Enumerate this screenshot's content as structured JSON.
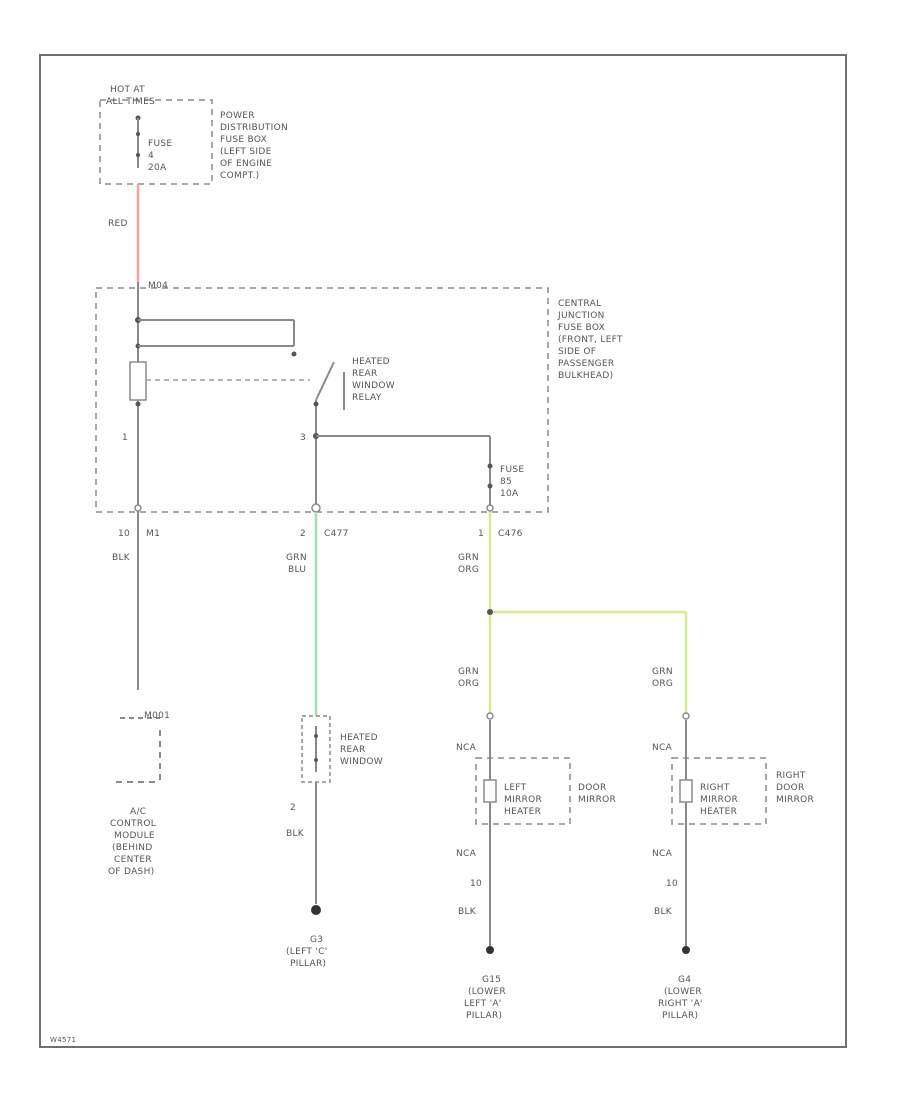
{
  "colors": {
    "red_wire": "#f4a0a0",
    "green_wire": "#9fdfb0",
    "yellow_green_wire": "#d4ec90",
    "line": "#8a8a8a",
    "text": "#555555"
  },
  "power": {
    "hot_at": [
      "HOT AT",
      "ALL TIMES"
    ],
    "fuse": [
      "FUSE",
      "4",
      "20A"
    ],
    "box_label": [
      "POWER",
      "DISTRIBUTION",
      "FUSE BOX",
      "(LEFT SIDE",
      "OF ENGINE",
      "COMPT.)"
    ],
    "wire_color": "RED"
  },
  "junction": {
    "connector": "M04",
    "box_label": [
      "CENTRAL",
      "JUNCTION",
      "FUSE BOX",
      "(FRONT, LEFT",
      "SIDE OF",
      "PASSENGER",
      "BULKHEAD)"
    ],
    "relay_label": [
      "HEATED",
      "REAR",
      "WINDOW",
      "RELAY"
    ],
    "pin_1": "1",
    "pin_3": "3",
    "fuse": [
      "FUSE",
      "85",
      "10A"
    ]
  },
  "outputs": {
    "left": {
      "pin": "10",
      "connector": "M1",
      "wire": "BLK"
    },
    "middle": {
      "pin": "2",
      "connector": "C477",
      "wire": [
        "GRN",
        "BLU"
      ]
    },
    "right": {
      "pin": "1",
      "connector": "C476",
      "wire": [
        "GRN",
        "ORG"
      ]
    }
  },
  "ac_module": {
    "connector": "M001",
    "label": [
      "A/C",
      "CONTROL",
      "MODULE",
      "(BEHIND",
      "CENTER",
      "OF DASH)"
    ]
  },
  "rear_window": {
    "label": [
      "HEATED",
      "REAR",
      "WINDOW"
    ],
    "pin": "2",
    "wire": "BLK",
    "ground": [
      "G3",
      "(LEFT 'C'",
      "PILLAR)"
    ]
  },
  "left_mirror": {
    "wire_in": [
      "GRN",
      "ORG"
    ],
    "nca_top": "NCA",
    "element": [
      "LEFT",
      "MIRROR",
      "HEATER"
    ],
    "box_label": [
      "DOOR",
      "MIRROR"
    ],
    "nca_bottom": "NCA",
    "pin": "10",
    "wire_out": "BLK",
    "ground": [
      "G15",
      "(LOWER",
      "LEFT 'A'",
      "PILLAR)"
    ]
  },
  "right_mirror": {
    "wire_in": [
      "GRN",
      "ORG"
    ],
    "nca_top": "NCA",
    "element": [
      "RIGHT",
      "MIRROR",
      "HEATER"
    ],
    "box_label": [
      "RIGHT",
      "DOOR",
      "MIRROR"
    ],
    "nca_bottom": "NCA",
    "pin": "10",
    "wire_out": "BLK",
    "ground": [
      "G4",
      "(LOWER",
      "RIGHT 'A'",
      "PILLAR)"
    ]
  },
  "footer_code": "W4571"
}
